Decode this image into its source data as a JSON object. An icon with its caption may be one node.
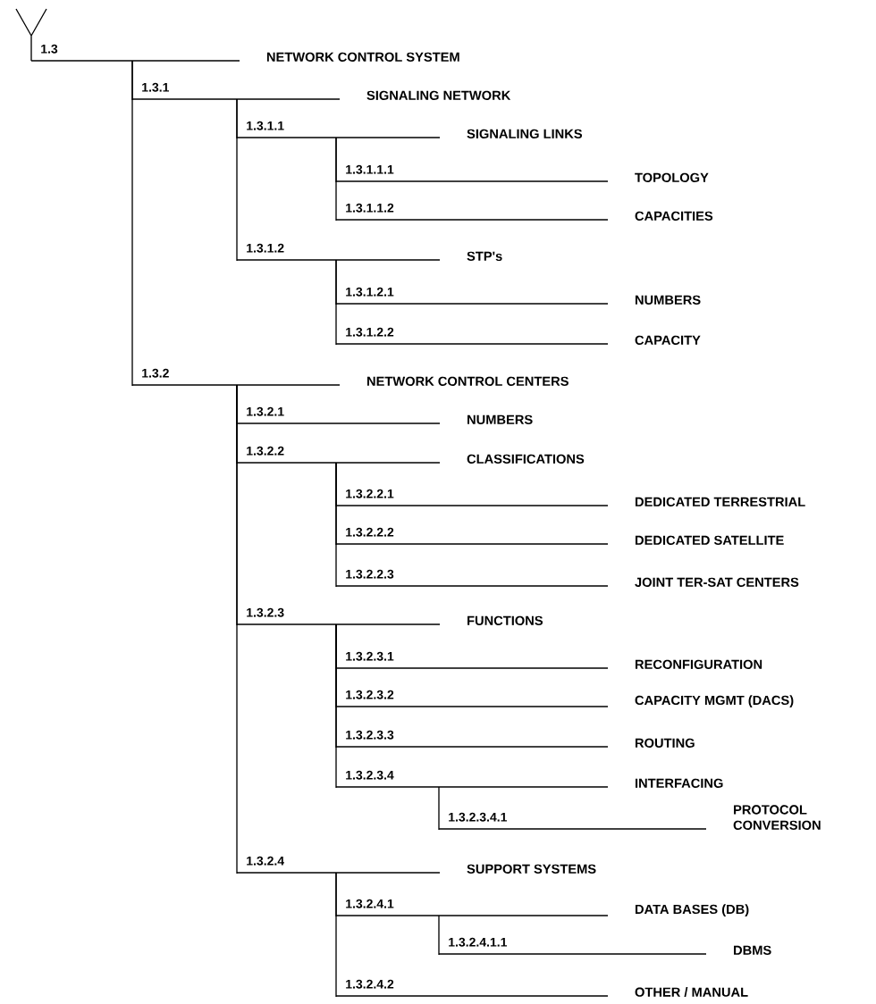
{
  "diagram": {
    "nodes": [
      {
        "text": [
          "1.3",
          "NETWORK CONTROL SYSTEM"
        ]
      },
      {
        "text": [
          "1.3.1",
          "SIGNALING NETWORK"
        ]
      },
      {
        "text": [
          "1.3.1.1",
          "SIGNALING LINKS"
        ]
      },
      {
        "text": [
          "1.3.1.1.1",
          "TOPOLOGY"
        ]
      },
      {
        "text": [
          "1.3.1.1.2",
          "CAPACITIES"
        ]
      },
      {
        "text": [
          "1.3.1.2",
          "STP's"
        ]
      },
      {
        "text": [
          "1.3.1.2.1",
          "NUMBERS"
        ]
      },
      {
        "text": [
          "1.3.1.2.2",
          "CAPACITY"
        ]
      },
      {
        "text": [
          "1.3.2",
          "NETWORK CONTROL CENTERS"
        ]
      },
      {
        "text": [
          "1.3.2.1",
          "NUMBERS"
        ]
      },
      {
        "text": [
          "1.3.2.2",
          "CLASSIFICATIONS"
        ]
      },
      {
        "text": [
          "1.3.2.2.1",
          "DEDICATED TERRESTRIAL"
        ]
      },
      {
        "text": [
          "1.3.2.2.2",
          "DEDICATED SATELLITE"
        ]
      },
      {
        "text": [
          "1.3.2.2.3",
          "JOINT TER-SAT CENTERS"
        ]
      },
      {
        "text": [
          "1.3.2.3",
          "FUNCTIONS"
        ]
      },
      {
        "text": [
          "1.3.2.3.1",
          "RECONFIGURATION"
        ]
      },
      {
        "text": [
          "1.3.2.3.2",
          "CAPACITY MGMT (DACS)"
        ]
      },
      {
        "text": [
          "1.3.2.3.3",
          "ROUTING"
        ]
      },
      {
        "text": [
          "1.3.2.3.4",
          "INTERFACING"
        ]
      },
      {
        "text": [
          "1.3.2.3.4.1",
          "PROTOCOL CONVERSION"
        ]
      },
      {
        "text": [
          "1.3.2.4",
          "SUPPORT SYSTEMS"
        ]
      },
      {
        "text": [
          "1.3.2.4.1",
          "DATA BASES (DB)"
        ]
      },
      {
        "text": [
          "1.3.2.4.1.1",
          "DBMS"
        ]
      },
      {
        "text": [
          "1.3.2.4.2",
          "OTHER / MANUAL"
        ]
      }
    ],
    "edges": [
      {
        "from": 0,
        "to": 1,
        "arrow": "none"
      },
      {
        "from": 1,
        "to": 2,
        "arrow": "none"
      },
      {
        "from": 2,
        "to": 3,
        "arrow": "none"
      },
      {
        "from": 2,
        "to": 4,
        "arrow": "none"
      },
      {
        "from": 1,
        "to": 5,
        "arrow": "none"
      },
      {
        "from": 5,
        "to": 6,
        "arrow": "none"
      },
      {
        "from": 5,
        "to": 7,
        "arrow": "none"
      },
      {
        "from": 0,
        "to": 8,
        "arrow": "none"
      },
      {
        "from": 8,
        "to": 9,
        "arrow": "none"
      },
      {
        "from": 8,
        "to": 10,
        "arrow": "none"
      },
      {
        "from": 10,
        "to": 11,
        "arrow": "none"
      },
      {
        "from": 10,
        "to": 12,
        "arrow": "none"
      },
      {
        "from": 10,
        "to": 13,
        "arrow": "none"
      },
      {
        "from": 8,
        "to": 14,
        "arrow": "none"
      },
      {
        "from": 14,
        "to": 15,
        "arrow": "none"
      },
      {
        "from": 14,
        "to": 16,
        "arrow": "none"
      },
      {
        "from": 14,
        "to": 17,
        "arrow": "none"
      },
      {
        "from": 14,
        "to": 18,
        "arrow": "none"
      },
      {
        "from": 18,
        "to": 19,
        "arrow": "none"
      },
      {
        "from": 8,
        "to": 20,
        "arrow": "none"
      },
      {
        "from": 20,
        "to": 21,
        "arrow": "none"
      },
      {
        "from": 21,
        "to": 22,
        "arrow": "none"
      },
      {
        "from": 20,
        "to": 23,
        "arrow": "none"
      }
    ]
  }
}
